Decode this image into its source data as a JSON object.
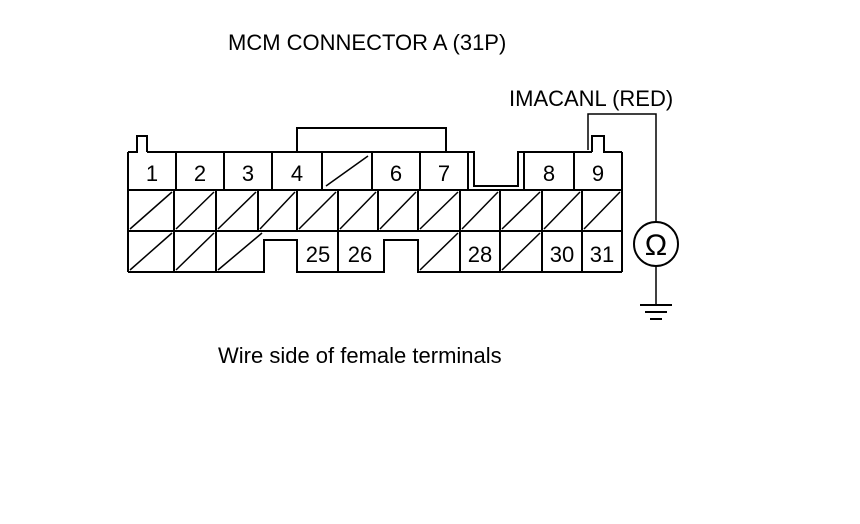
{
  "diagram": {
    "title": "MCM CONNECTOR A (31P)",
    "wire_label": "IMACANL (RED)",
    "caption": "Wire side of female terminals",
    "meter_symbol": "Ω",
    "top_row_pins": [
      "1",
      "2",
      "3",
      "4",
      "",
      "6",
      "7",
      "",
      "8",
      "9"
    ],
    "bottom_row_pins": [
      "",
      "",
      "",
      "",
      "25",
      "26",
      "",
      "",
      "28",
      "",
      "30",
      "31"
    ],
    "probe_pin": "9",
    "colors": {
      "line": "#000000",
      "background": "#ffffff"
    }
  }
}
